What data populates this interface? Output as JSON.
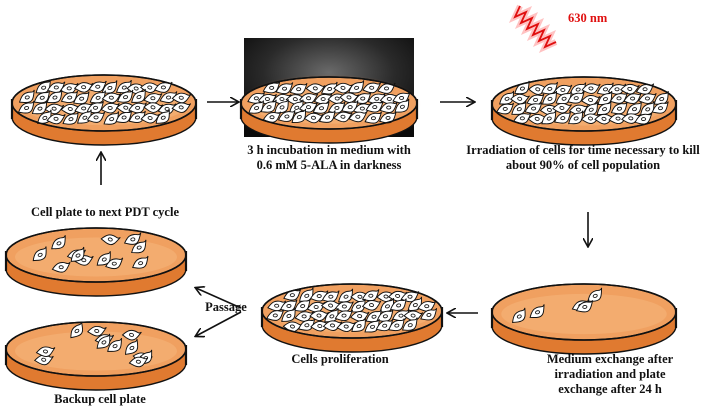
{
  "diagram": {
    "light_label": "630 nm",
    "steps": {
      "incubation": [
        "3 h incubation in medium with",
        "0.6 mM 5-ALA in darkness"
      ],
      "irradiation": [
        "Irradiation of cells for time necessary to kill",
        "about 90% of cell population"
      ],
      "exchange": [
        "Medium exchange after",
        "irradiation and plate",
        "exchange after 24 h"
      ],
      "proliferation": [
        "Cells proliferation"
      ],
      "passage": [
        "Passage"
      ],
      "next_cycle": [
        "Cell plate to next PDT cycle"
      ],
      "backup": [
        "Backup cell plate"
      ]
    },
    "colors": {
      "medium": "#f0a060",
      "medium_dark": "#e07a30",
      "rim": "#111111",
      "laser": "#e01010",
      "dark_box": "#1a1a1a"
    }
  }
}
